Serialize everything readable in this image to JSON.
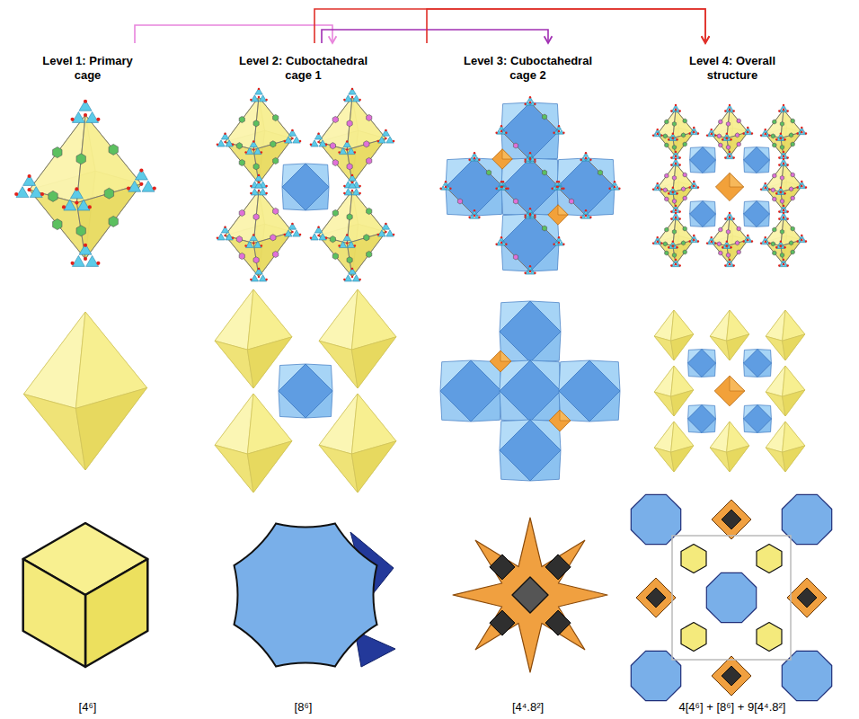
{
  "diagram": {
    "nodes": [
      {
        "text": [
          "Level 1: Primary cage",
          "[4⁶]"
        ]
      },
      {
        "text": [
          "Level 2: Cuboctahedral cage 1",
          "[8⁶]"
        ]
      },
      {
        "text": [
          "Level 3: Cuboctahedral cage 2",
          "[4⁴.8²]"
        ]
      },
      {
        "text": [
          "Level 4: Overall structure",
          "4[4⁶] + [8⁶] + 9[4⁴.8²]"
        ]
      }
    ],
    "edges": [
      {
        "from": 0,
        "to": 1,
        "arrow": "to"
      },
      {
        "from": 1,
        "to": 2,
        "arrow": "to"
      },
      {
        "from": 1,
        "to": 3,
        "arrow": "to"
      },
      {
        "from": 2,
        "to": 3,
        "arrow": "to"
      }
    ]
  }
}
